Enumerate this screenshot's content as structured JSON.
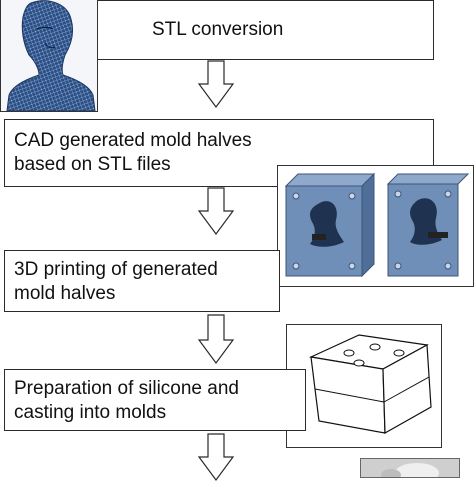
{
  "steps": [
    {
      "label": "STL conversion"
    },
    {
      "label": "CAD generated mold halves\nbased on STL files"
    },
    {
      "label": "3D printing of generated\nmold halves"
    },
    {
      "label": "Preparation of silicone and\ncasting into molds"
    }
  ],
  "illustrations": {
    "bust": "3d-mesh-bust-icon",
    "mold_halves": "mold-halves-icon",
    "mold_block": "mold-block-icon",
    "cast_photo": "cast-photo-icon"
  },
  "colors": {
    "mesh_blue": "#2a4f86",
    "mold_blue": "#6f8fb8",
    "box_border": "#2a2a2a"
  }
}
